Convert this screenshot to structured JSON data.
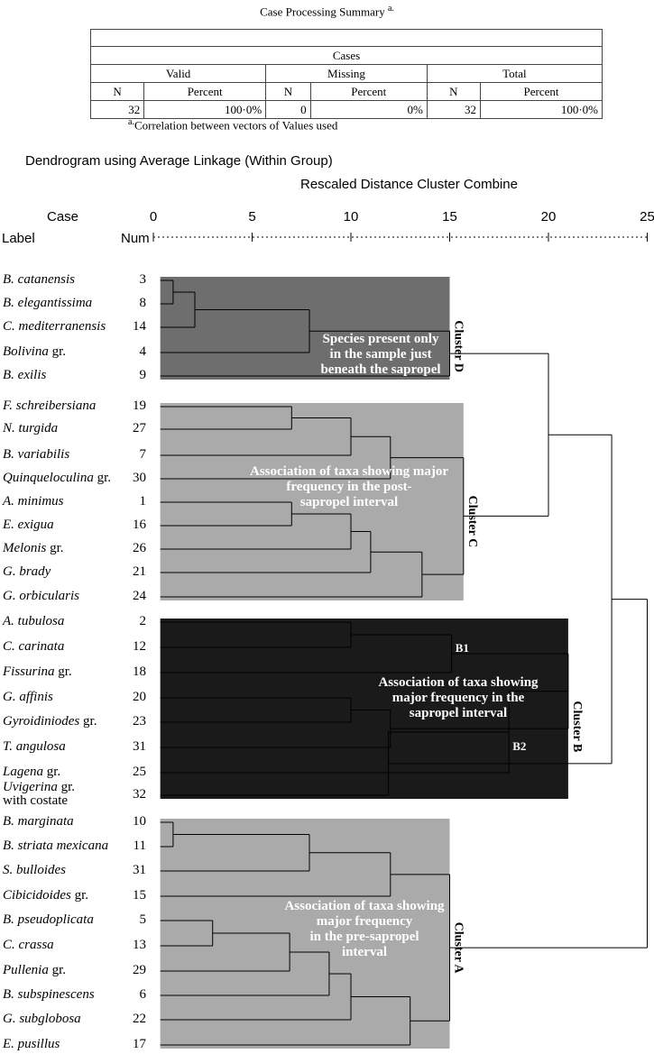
{
  "summary": {
    "title": "Case Processing Summary",
    "title_sup": "a.",
    "header_cases": "Cases",
    "groups": [
      "Valid",
      "Missing",
      "Total"
    ],
    "col_n": "N",
    "col_percent": "Percent",
    "values": [
      "32",
      "100·0%",
      "0",
      "0%",
      "32",
      "100·0%"
    ],
    "footnote_sup": "a.",
    "footnote": "Correlation between vectors of Values used"
  },
  "dendrogram": {
    "title": "Dendrogram using Average Linkage (Within Group)",
    "axis_title": "Rescaled Distance Cluster Combine",
    "case_label": "Case",
    "label_label": "Label",
    "num_label": "Num",
    "ticks": [
      "0",
      "5",
      "10",
      "15",
      "20",
      "25"
    ],
    "cases": [
      {
        "name": "B. catanensis",
        "num": "3"
      },
      {
        "name": "B. elegantissima",
        "num": "8"
      },
      {
        "name": "C. mediterranensis",
        "num": "14"
      },
      {
        "name": "Bolivina",
        "suffix": " gr.",
        "num": "4"
      },
      {
        "name": "B. exilis",
        "num": "9"
      },
      {
        "name": "F. schreibersiana",
        "num": "19"
      },
      {
        "name": "N. turgida",
        "num": "27"
      },
      {
        "name": "B. variabilis",
        "num": "7"
      },
      {
        "name": "Quinqueloculina",
        "suffix": "  gr.",
        "num": "30"
      },
      {
        "name": "A. minimus",
        "num": "1"
      },
      {
        "name": "E. exigua",
        "num": "16"
      },
      {
        "name": "Melonis",
        "suffix": " gr.",
        "num": "26"
      },
      {
        "name": "G. brady",
        "num": "21"
      },
      {
        "name": "G. orbicularis",
        "num": "24"
      },
      {
        "name": "A. tubulosa",
        "num": "2"
      },
      {
        "name": "C. carinata",
        "num": "12"
      },
      {
        "name": "Fissurina",
        "suffix": " gr.",
        "num": "18"
      },
      {
        "name": "G. affinis",
        "num": "20"
      },
      {
        "name": "Gyroidiniodes",
        "suffix": " gr.",
        "num": "23"
      },
      {
        "name": "T. angulosa",
        "num": "31"
      },
      {
        "name": "Lagena",
        "suffix": " gr.",
        "num": "25"
      },
      {
        "name": "Uvigerina",
        "suffix": " gr.",
        "line2": "with costate",
        "num": "32"
      },
      {
        "name": "B. marginata",
        "num": "10"
      },
      {
        "name": "B. striata mexicana",
        "num": "11"
      },
      {
        "name": "S. bulloides",
        "num": "31"
      },
      {
        "name": "Cibicidoides",
        "suffix": " gr.",
        "num": "15"
      },
      {
        "name": "B. pseudoplicata",
        "num": "5"
      },
      {
        "name": "C. crassa",
        "num": "13"
      },
      {
        "name": "Pullenia",
        "suffix": " gr.",
        "num": "29"
      },
      {
        "name": "B. subspinescens",
        "num": "6"
      },
      {
        "name": "G. subglobosa",
        "num": "22"
      },
      {
        "name": "E. pusillus",
        "num": "17"
      }
    ],
    "clusters": {
      "D": {
        "label": "Cluster D",
        "desc": [
          "Species present only",
          "in the sample just",
          "beneath the sapropel"
        ],
        "color": "#6e6e6e"
      },
      "C": {
        "label": "Cluster C",
        "desc": [
          "Association of taxa showing major",
          "frequency in the post-",
          "sapropel  interval"
        ],
        "color": "#aaaaaa"
      },
      "B": {
        "label": "Cluster B",
        "desc": [
          "Association of taxa showing",
          "major frequency in the",
          "sapropel  interval"
        ],
        "color": "#1a1a1a",
        "sub1": "B1",
        "sub2": "B2"
      },
      "A": {
        "label": "Cluster A",
        "desc": [
          "Association of taxa showing",
          "major frequency",
          "in the pre-sapropel",
          "interval"
        ],
        "color": "#aaaaaa"
      }
    }
  }
}
